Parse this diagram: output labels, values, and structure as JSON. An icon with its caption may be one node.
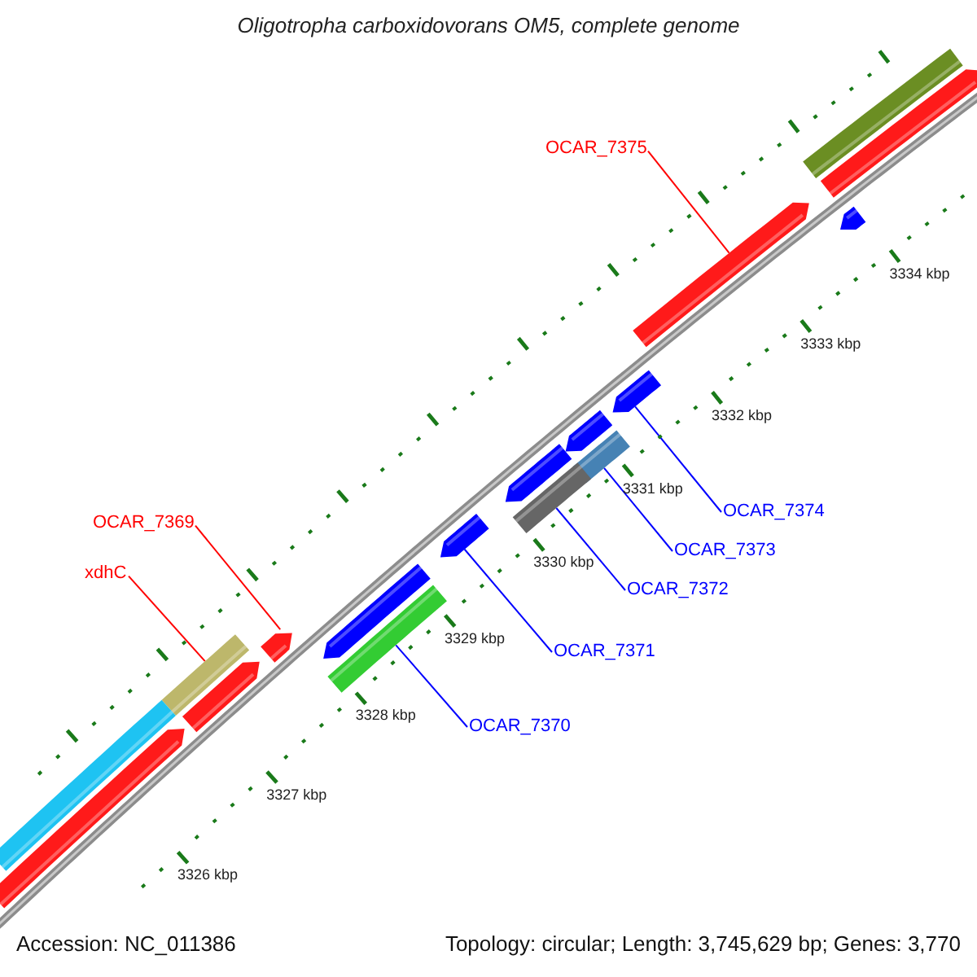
{
  "diagram": {
    "title": "Oligotropha carboxidovorans OM5, complete genome",
    "nodes": [
      {
        "text": [
          "OCAR_7375"
        ]
      },
      {
        "text": [],
        "shape": "arrow"
      },
      {
        "text": [
          "OCAR_7369"
        ]
      },
      {
        "text": [],
        "shape": "arrow"
      },
      {
        "text": [
          "xdhC"
        ]
      },
      {
        "text": [],
        "shape": "bar"
      },
      {
        "text": [
          "OCAR_7374"
        ]
      },
      {
        "text": [],
        "shape": "arrow"
      },
      {
        "text": [
          "OCAR_7373"
        ]
      },
      {
        "text": [],
        "shape": "bar"
      },
      {
        "text": [
          "OCAR_7372"
        ]
      },
      {
        "text": [],
        "shape": "bar"
      },
      {
        "text": [
          "OCAR_7371"
        ]
      },
      {
        "text": [],
        "shape": "arrow"
      },
      {
        "text": [
          "OCAR_7370"
        ]
      },
      {
        "text": [],
        "shape": "bar"
      },
      {
        "text": [],
        "shape": "bar"
      },
      {
        "text": [],
        "shape": "arrow"
      },
      {
        "text": [],
        "shape": "arrow"
      },
      {
        "text": [],
        "shape": "arrow"
      },
      {
        "text": [],
        "shape": "arrow"
      },
      {
        "text": [],
        "shape": "arrow"
      },
      {
        "text": [],
        "shape": "bar"
      },
      {
        "text": [],
        "shape": "arrow"
      },
      {
        "text": [],
        "shape": "arrow"
      }
    ],
    "edges": [
      {
        "from": 0,
        "to": 1,
        "arrow": "none",
        "color": "#ff0000"
      },
      {
        "from": 2,
        "to": 3,
        "arrow": "none",
        "color": "#ff0000"
      },
      {
        "from": 4,
        "to": 5,
        "arrow": "none",
        "color": "#ff0000"
      },
      {
        "from": 6,
        "to": 7,
        "arrow": "none"
      },
      {
        "from": 8,
        "to": 9,
        "arrow": "none"
      },
      {
        "from": 10,
        "to": 11,
        "arrow": "none"
      },
      {
        "from": 12,
        "to": 13,
        "arrow": "none"
      },
      {
        "from": 14,
        "to": 15,
        "arrow": "none"
      }
    ],
    "labels": [
      "3334 kbp",
      "3333 kbp",
      "3332 kbp",
      "3331 kbp",
      "3330 kbp",
      "3329 kbp",
      "3328 kbp",
      "3327 kbp",
      "3326 kbp",
      "Accession: NC_011386",
      "Topology: circular; Length: 3,745,629 bp; Genes: 3,770"
    ]
  }
}
